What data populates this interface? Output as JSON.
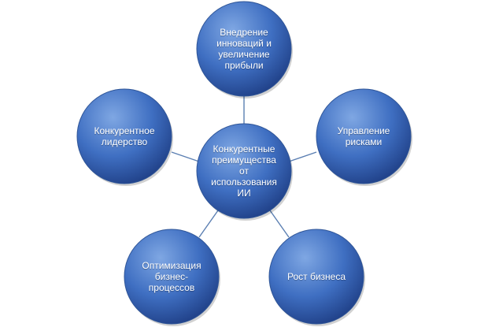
{
  "diagram": {
    "center": {
      "label": "Конкурентные\nпреимущества\nот\nиспользования\nИИ"
    },
    "nodes": [
      {
        "id": "innovation",
        "label": "Внедрение\nинноваций и\nувеличение\nприбыли"
      },
      {
        "id": "risk",
        "label": "Управление\nрисками"
      },
      {
        "id": "growth",
        "label": "Рост бизнеса"
      },
      {
        "id": "optimization",
        "label": "Оптимизация\nбизнес-\nпроцессов"
      },
      {
        "id": "leadership",
        "label": "Конкурентное\nлидерство"
      }
    ],
    "colors": {
      "node_light": "#7fa7e3",
      "node_mid": "#3f6fc2",
      "node_dark": "#1f3f86",
      "connector": "#5b7fb2"
    }
  }
}
